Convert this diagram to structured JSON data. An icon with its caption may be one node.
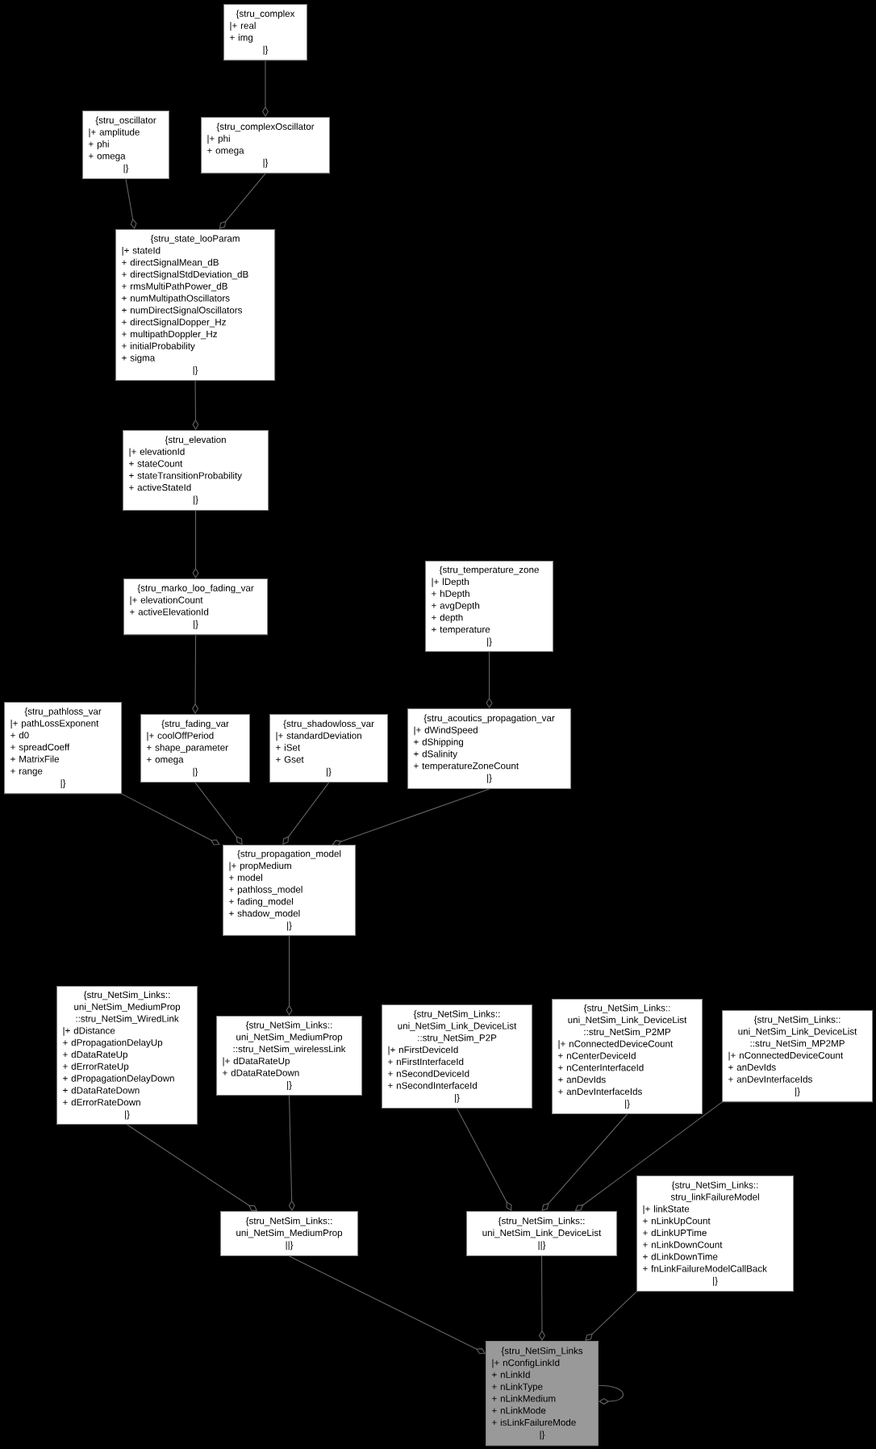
{
  "diagram": {
    "nodes": [
      {
        "text": [
          "{stru_complex",
          "|+ real",
          "+ img",
          "|}"
        ]
      },
      {
        "text": [
          "{stru_oscillator",
          "|+ amplitude",
          "+ phi",
          "+ omega",
          "|}"
        ]
      },
      {
        "text": [
          "{stru_complexOscillator",
          "|+ phi",
          "+ omega",
          "|}"
        ]
      },
      {
        "text": [
          "{stru_state_looParam",
          "|+ stateId",
          "+ directSignalMean_dB",
          "+ directSignalStdDeviation_dB",
          "+ rmsMultiPathPower_dB",
          "+ numMultipathOscillators",
          "+ numDirectSignalOscillators",
          "+ directSignalDopper_Hz",
          "+ multipathDoppler_Hz",
          "+ initialProbability",
          "+ sigma",
          "|}"
        ]
      },
      {
        "text": [
          "{stru_elevation",
          "|+ elevationId",
          "+ stateCount",
          "+ stateTransitionProbability",
          "+ activeStateId",
          "|}"
        ]
      },
      {
        "text": [
          "{stru_marko_loo_fading_var",
          "|+ elevationCount",
          "+ activeElevationId",
          "|}"
        ]
      },
      {
        "text": [
          "{stru_temperature_zone",
          "|+ lDepth",
          "+ hDepth",
          "+ avgDepth",
          "+ depth",
          "+ temperature",
          "|}"
        ]
      },
      {
        "text": [
          "{stru_pathloss_var",
          "|+ pathLossExponent",
          "+ d0",
          "+ spreadCoeff",
          "+ MatrixFile",
          "+ range",
          "|}"
        ]
      },
      {
        "text": [
          "{stru_fading_var",
          "|+ coolOffPeriod",
          "+ shape_parameter",
          "+ omega",
          "|}"
        ]
      },
      {
        "text": [
          "{stru_shadowloss_var",
          "|+ standardDeviation",
          "+ iSet",
          "+ Gset",
          "|}"
        ]
      },
      {
        "text": [
          "{stru_acoutics_propagation_var",
          "|+ dWindSpeed",
          "+ dShipping",
          "+ dSalinity",
          "+ temperatureZoneCount",
          "|}"
        ]
      },
      {
        "text": [
          "{stru_propagation_model",
          "|+ propMedium",
          "+ model",
          "+ pathloss_model",
          "+ fading_model",
          "+ shadow_model",
          "|}"
        ]
      },
      {
        "text": [
          "{stru_NetSim_Links:: uni_NetSim_MediumProp ::stru_NetSim_WiredLink",
          "|+ dDistance",
          "+ dPropagationDelayUp",
          "+ dDataRateUp",
          "+ dErrorRateUp",
          "+ dPropagationDelayDown",
          "+ dDataRateDown",
          "+ dErrorRateDown",
          "|}"
        ]
      },
      {
        "text": [
          "{stru_NetSim_Links:: uni_NetSim_MediumProp ::stru_NetSim_wirelessLink",
          "|+ dDataRateUp",
          "+ dDataRateDown",
          "|}"
        ]
      },
      {
        "text": [
          "{stru_NetSim_Links:: uni_NetSim_Link_DeviceList ::stru_NetSim_P2P",
          "|+ nFirstDeviceId",
          "+ nFirstInterfaceId",
          "+ nSecondDeviceId",
          "+ nSecondInterfaceId",
          "|}"
        ]
      },
      {
        "text": [
          "{stru_NetSim_Links:: uni_NetSim_Link_DeviceList ::stru_NetSim_P2MP",
          "|+ nConnectedDeviceCount",
          "+ nCenterDeviceId",
          "+ nCenterInterfaceId",
          "+ anDevIds",
          "+ anDevInterfaceIds",
          "|}"
        ]
      },
      {
        "text": [
          "{stru_NetSim_Links:: uni_NetSim_Link_DeviceList ::stru_NetSim_MP2MP",
          "|+ nConnectedDeviceCount",
          "+ anDevIds",
          "+ anDevInterfaceIds",
          "|}"
        ]
      },
      {
        "text": [
          "{stru_NetSim_Links:: stru_linkFailureModel",
          "|+ linkState",
          "+ nLinkUpCount",
          "+ dLinkUPTime",
          "+ nLinkDownCount",
          "+ dLinkDownTime",
          "+ fnLinkFailureModelCallBack",
          "|}"
        ]
      },
      {
        "text": [
          "{stru_NetSim_Links:: uni_NetSim_MediumProp",
          "||}"
        ]
      },
      {
        "text": [
          "{stru_NetSim_Links:: uni_NetSim_Link_DeviceList",
          "||}"
        ]
      },
      {
        "text": [
          "{stru_NetSim_Links",
          "|+ nConfigLinkId",
          "+ nLinkId",
          "+ nLinkType",
          "+ nLinkMedium",
          "+ nLinkMode",
          "+ isLinkFailureMode",
          "|}"
        ]
      }
    ],
    "edges": [
      {
        "from": 0,
        "to": 2,
        "arrow": "other"
      },
      {
        "from": 1,
        "to": 3,
        "arrow": "other"
      },
      {
        "from": 2,
        "to": 3,
        "arrow": "other"
      },
      {
        "from": 3,
        "to": 4,
        "arrow": "other"
      },
      {
        "from": 4,
        "to": 5,
        "arrow": "other"
      },
      {
        "from": 5,
        "to": 8,
        "arrow": "other"
      },
      {
        "from": 6,
        "to": 10,
        "arrow": "other"
      },
      {
        "from": 7,
        "to": 11,
        "arrow": "other"
      },
      {
        "from": 8,
        "to": 11,
        "arrow": "other"
      },
      {
        "from": 9,
        "to": 11,
        "arrow": "other"
      },
      {
        "from": 10,
        "to": 11,
        "arrow": "other"
      },
      {
        "from": 11,
        "to": 13,
        "arrow": "other"
      },
      {
        "from": 12,
        "to": 18,
        "arrow": "other"
      },
      {
        "from": 13,
        "to": 18,
        "arrow": "other"
      },
      {
        "from": 14,
        "to": 19,
        "arrow": "other"
      },
      {
        "from": 15,
        "to": 19,
        "arrow": "other"
      },
      {
        "from": 16,
        "to": 19,
        "arrow": "other"
      },
      {
        "from": 18,
        "to": 20,
        "arrow": "other"
      },
      {
        "from": 19,
        "to": 20,
        "arrow": "other"
      },
      {
        "from": 17,
        "to": 20,
        "arrow": "other"
      },
      {
        "from": 20,
        "to": 20,
        "arrow": "other"
      }
    ]
  }
}
